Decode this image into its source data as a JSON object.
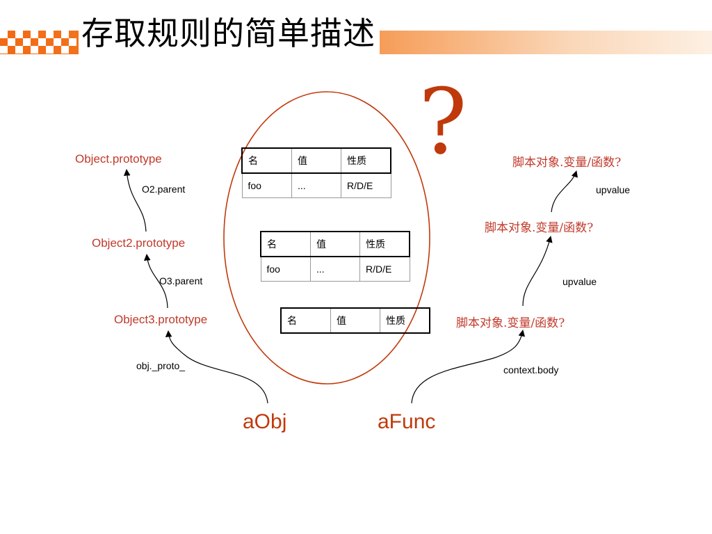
{
  "title": "存取规则的简单描述",
  "question_mark": "?",
  "left_chain": {
    "nodes": [
      "Object.prototype",
      "Object2.prototype",
      "Object3.prototype"
    ],
    "edges": [
      "O2.parent",
      "O3.parent",
      "obj._proto_"
    ],
    "origin": "aObj"
  },
  "right_chain": {
    "nodes": [
      "脚本对象.变量/函数?",
      "脚本对象.变量/函数?",
      "脚本对象.变量/函数?"
    ],
    "edges": [
      "upvalue",
      "upvalue",
      "context.body"
    ],
    "origin": "aFunc"
  },
  "tables": [
    {
      "headers": [
        "名",
        "值",
        "性质"
      ],
      "rows": [
        [
          "foo",
          "...",
          "R/D/E"
        ]
      ]
    },
    {
      "headers": [
        "名",
        "值",
        "性质"
      ],
      "rows": [
        [
          "foo",
          "...",
          "R/D/E"
        ]
      ]
    },
    {
      "headers": [
        "名",
        "值",
        "性质"
      ],
      "rows": []
    }
  ],
  "colors": {
    "accent": "#c0390b",
    "band": "#f26a13"
  }
}
